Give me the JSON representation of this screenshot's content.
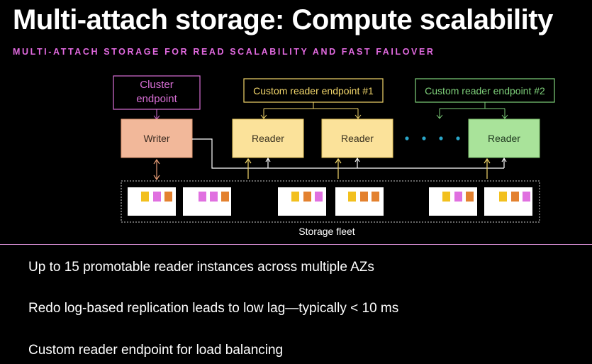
{
  "title": "Multi-attach storage: Compute scalability",
  "subtitle": "MULTI-ATTACH STORAGE FOR READ SCALABILITY AND FAST FAILOVER",
  "diagram": {
    "cluster_endpoint_line1": "Cluster",
    "cluster_endpoint_line2": "endpoint",
    "custom_endpoint_1": "Custom reader endpoint #1",
    "custom_endpoint_2": "Custom reader endpoint #2",
    "writer": "Writer",
    "reader_1": "Reader",
    "reader_2": "Reader",
    "reader_3": "Reader",
    "storage_fleet": "Storage fleet"
  },
  "colors": {
    "pink": "#d96fd6",
    "yellow": "#f2d66b",
    "green": "#7ed07a",
    "writer_fill": "#f2b89a",
    "reader_fill": "#fbe29a",
    "green_fill": "#a9e39a",
    "dots": "#2aa6c9",
    "orange_block": "#e3812f",
    "yellow_block": "#f2c01e",
    "pink_block": "#e070e0"
  },
  "bullets": [
    "Up to 15 promotable reader instances across multiple AZs",
    "Redo log-based replication leads to low lag—typically < 10 ms",
    "Custom reader endpoint for load balancing"
  ]
}
